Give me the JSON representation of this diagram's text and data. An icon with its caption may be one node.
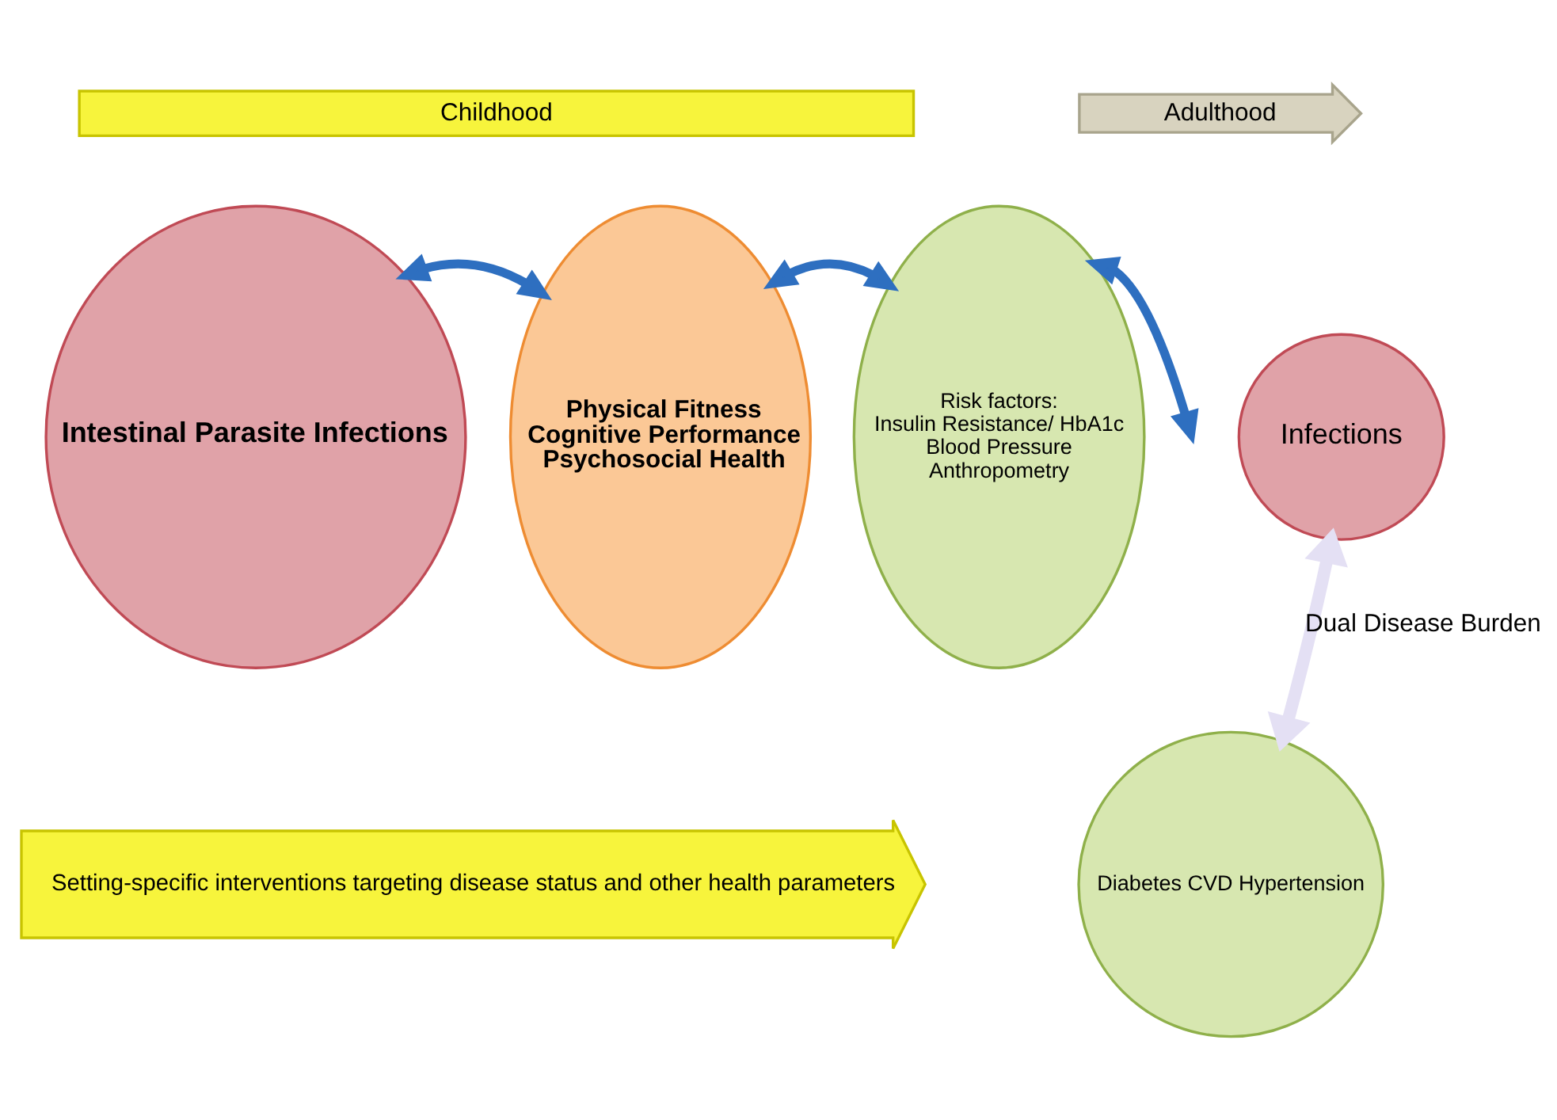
{
  "diagram": {
    "nodes": [
      {
        "text": [
          "Childhood"
        ]
      },
      {
        "text": [
          "Adulthood"
        ]
      },
      {
        "text": [
          "Intestinal Parasite Infections"
        ]
      },
      {
        "text": [
          "Physical Fitness",
          "Cognitive Performance",
          "Psychosocial Health"
        ]
      },
      {
        "text": [
          "Risk factors:",
          "Insulin Resistance/ HbA1c",
          "Blood Pressure",
          "Anthropometry"
        ]
      },
      {
        "text": [
          "Infections"
        ]
      },
      {
        "text": [
          "Setting-specific interventions targeting disease status and other health parameters"
        ]
      },
      {
        "text": [
          "Diabetes CVD Hypertension"
        ]
      }
    ],
    "edges": [
      {
        "from": 2,
        "to": 3,
        "arrow": "both"
      },
      {
        "from": 3,
        "to": 4,
        "arrow": "both"
      },
      {
        "from": 4,
        "to": null,
        "arrow": "both"
      },
      {
        "from": 7,
        "to": 5,
        "arrow": "both",
        "label": "Dual Disease Burden",
        "color": "#e4e0f4"
      }
    ]
  }
}
